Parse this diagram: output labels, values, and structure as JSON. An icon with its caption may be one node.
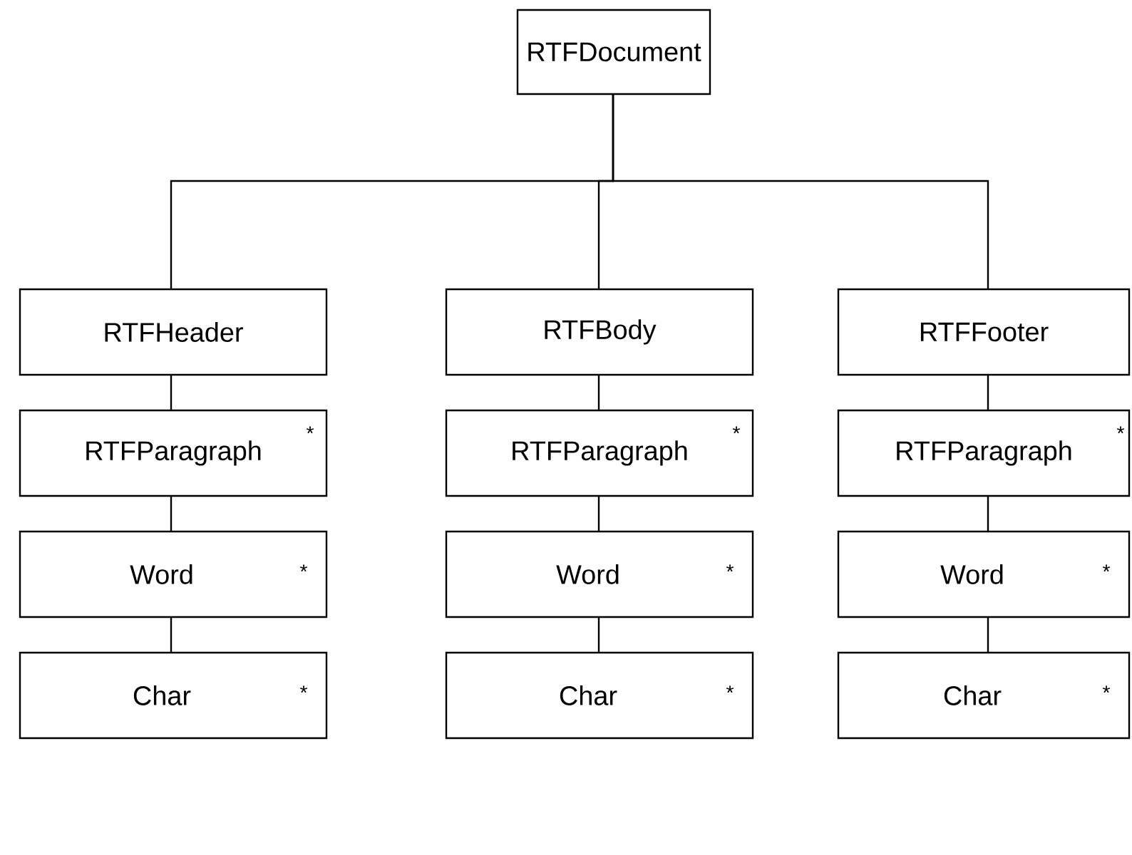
{
  "diagram": {
    "nodes": [
      {
        "text": [
          "RTFDocument"
        ]
      },
      {
        "text": [
          "RTFHeader"
        ]
      },
      {
        "text": [
          "RTFBody"
        ]
      },
      {
        "text": [
          "RTFFooter"
        ]
      },
      {
        "text": [
          "RTFParagraph",
          "*"
        ]
      },
      {
        "text": [
          "RTFParagraph",
          "*"
        ]
      },
      {
        "text": [
          "RTFParagraph",
          "*"
        ]
      },
      {
        "text": [
          "Word",
          "*"
        ]
      },
      {
        "text": [
          "Word",
          "*"
        ]
      },
      {
        "text": [
          "Word",
          "*"
        ]
      },
      {
        "text": [
          "Char",
          "*"
        ]
      },
      {
        "text": [
          "Char",
          "*"
        ]
      },
      {
        "text": [
          "Char",
          "*"
        ]
      }
    ],
    "edges": [
      {
        "from": 0,
        "to": 1,
        "arrow": "none"
      },
      {
        "from": 0,
        "to": 2,
        "arrow": "none"
      },
      {
        "from": 0,
        "to": 3,
        "arrow": "none"
      },
      {
        "from": 1,
        "to": 4,
        "arrow": "none"
      },
      {
        "from": 2,
        "to": 5,
        "arrow": "none"
      },
      {
        "from": 3,
        "to": 6,
        "arrow": "none"
      },
      {
        "from": 4,
        "to": 7,
        "arrow": "none"
      },
      {
        "from": 5,
        "to": 8,
        "arrow": "none"
      },
      {
        "from": 6,
        "to": 9,
        "arrow": "none"
      },
      {
        "from": 7,
        "to": 10,
        "arrow": "none"
      },
      {
        "from": 8,
        "to": 11,
        "arrow": "none"
      },
      {
        "from": 9,
        "to": 12,
        "arrow": "none"
      }
    ]
  }
}
